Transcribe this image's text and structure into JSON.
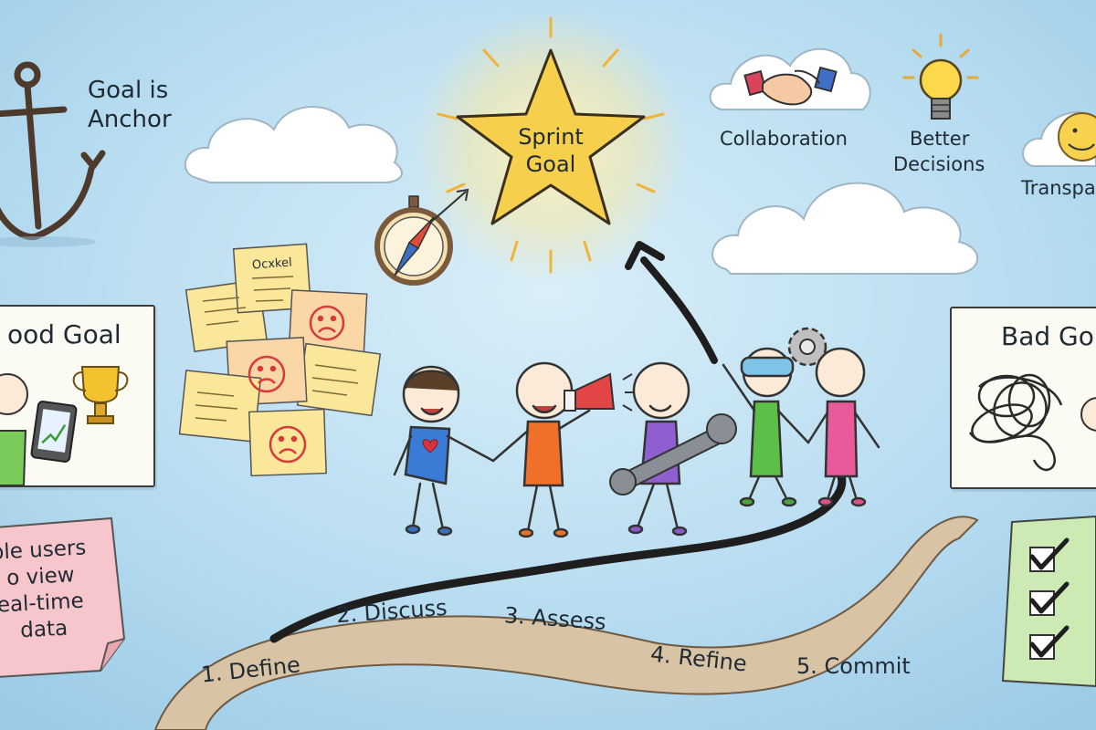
{
  "anchor_text": {
    "line1": "Goal is",
    "line2": "Anchor"
  },
  "star_text": {
    "line1": "Sprint",
    "line2": "Goal"
  },
  "benefits": {
    "collaboration": "Collaboration",
    "better_line1": "Better",
    "better_line2": "Decisions",
    "transparency": "Transpa"
  },
  "good_goal": {
    "title": "ood Goal"
  },
  "bad_goal": {
    "title": "Bad Go"
  },
  "sticky_note_text": "Ocxkel",
  "pink_note": {
    "line1": "ble users",
    "line2": "o view",
    "line3": "eal-time",
    "line4": "data"
  },
  "steps": [
    "1. Define",
    "2. Discuss",
    "3. Assess",
    "4. Refine",
    "5. Commit"
  ],
  "colors": {
    "sky": "#bfe0f2",
    "star": "#f6d04d",
    "path": "#d8c3a5",
    "pink_note": "#f7c6cc",
    "checklist": "#cdeab4",
    "sticky": "#fbe79a"
  }
}
